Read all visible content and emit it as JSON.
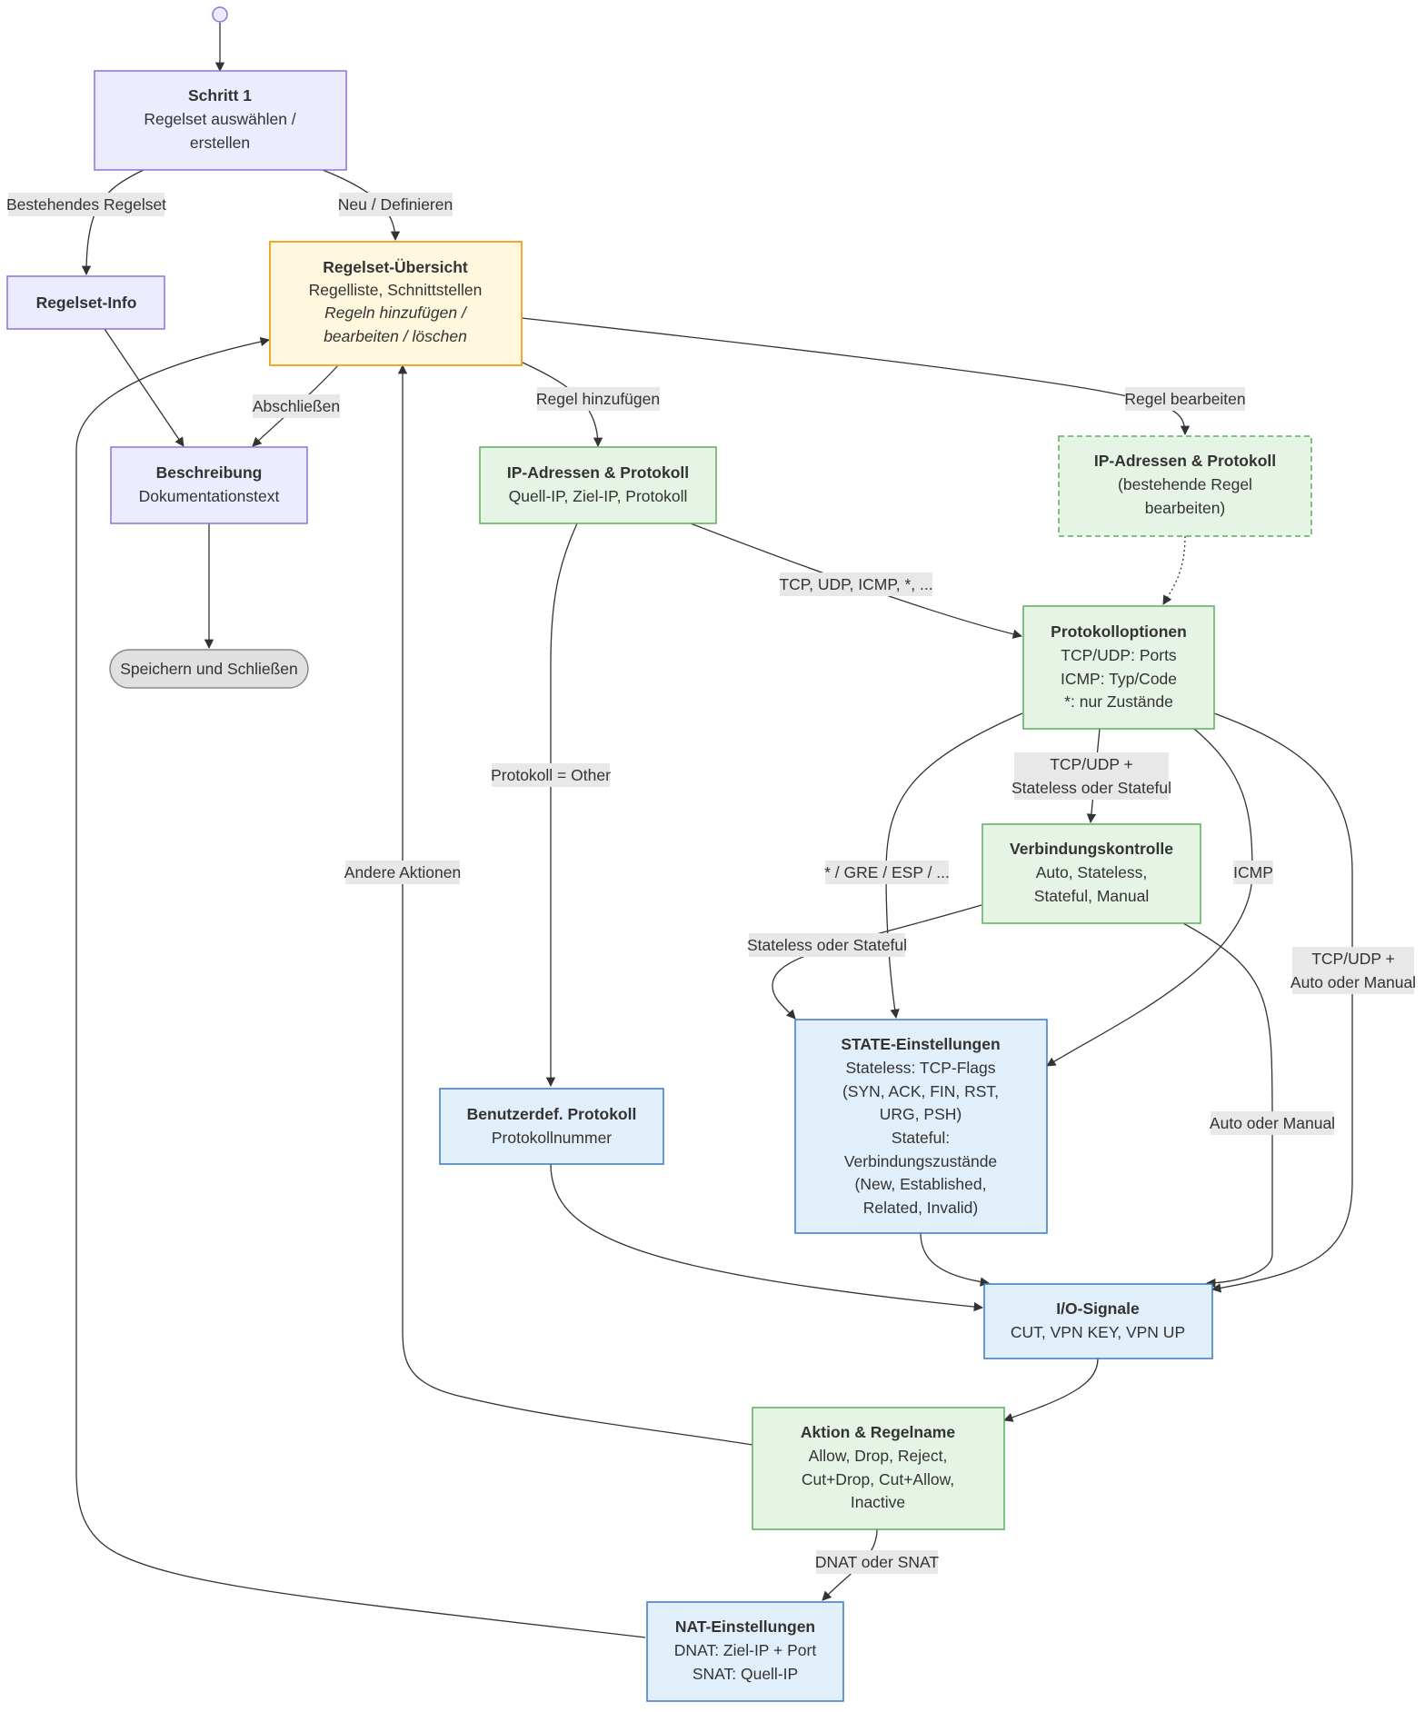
{
  "nodes": {
    "schritt1": {
      "title": "Schritt 1",
      "lines": [
        "Regelset auswählen /",
        "erstellen"
      ]
    },
    "regelset_info": {
      "title": "Regelset-Info"
    },
    "uebersicht": {
      "title": "Regelset-Übersicht",
      "lines": [
        "Regelliste, Schnittstellen"
      ],
      "italic_lines": [
        "Regeln hinzufügen /",
        "bearbeiten / löschen"
      ]
    },
    "beschreibung": {
      "title": "Beschreibung",
      "lines": [
        "Dokumentationstext"
      ]
    },
    "speichern": {
      "text": "Speichern und Schließen"
    },
    "ip_neu": {
      "title": "IP-Adressen & Protokoll",
      "lines": [
        "Quell-IP, Ziel-IP, Protokoll"
      ]
    },
    "ip_edit": {
      "title": "IP-Adressen & Protokoll",
      "lines": [
        "(bestehende Regel",
        "bearbeiten)"
      ]
    },
    "protokolloptionen": {
      "title": "Protokolloptionen",
      "lines": [
        "TCP/UDP: Ports",
        "ICMP: Typ/Code",
        "*: nur Zustände"
      ]
    },
    "verbindungskontrolle": {
      "title": "Verbindungskontrolle",
      "lines": [
        "Auto, Stateless,",
        "Stateful, Manual"
      ]
    },
    "state": {
      "title": "STATE-Einstellungen",
      "lines": [
        "Stateless: TCP-Flags",
        "(SYN, ACK, FIN, RST,",
        "URG, PSH)",
        "Stateful:",
        "Verbindungszustände",
        "(New, Established,",
        "Related, Invalid)"
      ]
    },
    "benutzerdef": {
      "title": "Benutzerdef. Protokoll",
      "lines": [
        "Protokollnummer"
      ]
    },
    "io": {
      "title": "I/O-Signale",
      "lines": [
        "CUT, VPN KEY, VPN UP"
      ]
    },
    "aktion": {
      "title": "Aktion & Regelname",
      "lines": [
        "Allow, Drop, Reject,",
        "Cut+Drop, Cut+Allow,",
        "Inactive"
      ]
    },
    "nat": {
      "title": "NAT-Einstellungen",
      "lines": [
        "DNAT: Ziel-IP + Port",
        "SNAT: Quell-IP"
      ]
    }
  },
  "edge_labels": {
    "bestehendes": "Bestehendes Regelset",
    "neu": "Neu / Definieren",
    "abschliessen": "Abschließen",
    "regel_hinzufuegen": "Regel hinzufügen",
    "regel_bearbeiten": "Regel bearbeiten",
    "tcp_udp_icmp": "TCP, UDP, ICMP, *, ...",
    "protokoll_other": "Protokoll = Other",
    "andere_aktionen": "Andere Aktionen",
    "tcpudp_stateless_1": "TCP/UDP +",
    "tcpudp_stateless_2": "Stateless oder Stateful",
    "gre_esp": "* / GRE / ESP / ...",
    "icmp": "ICMP",
    "stateless_oder_stateful": "Stateless oder Stateful",
    "tcpudp_auto_1": "TCP/UDP +",
    "tcpudp_auto_2": "Auto oder Manual",
    "auto_oder_manual": "Auto oder Manual",
    "dnat_snat": "DNAT oder SNAT"
  }
}
